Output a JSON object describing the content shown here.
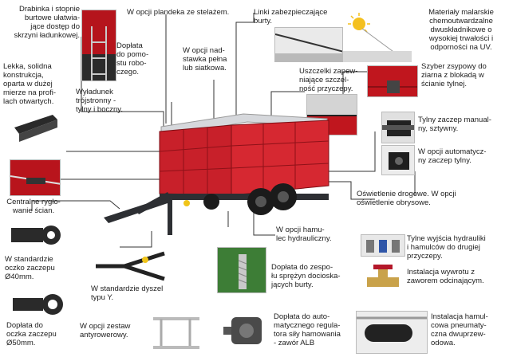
{
  "labels": {
    "drabinka": "Drabinka i stopnie\nburtowe ułatwia-\njące dostęp do\nskrzyni ładunkowej.",
    "plandeka": "W opcji plandeka ze stelażem.",
    "linki": "Linki zabezpieczające\nburty.",
    "materialy": "Materiały malarskie\nchemoutwardzalne\ndwuskładnikowe o\nwysokiej trwałości i\nodporności na UV.",
    "doplata_pomost": "Dopłata\ndo pomo-\nstu robo-\nczego.",
    "nadstawka": "W opcji nad-\nstawka pełna\nlub siatkowa.",
    "uszczelki": "Uszczelki zapew-\nniające szczel-\nność przyczepy.",
    "szyber": "Szyber zsypowy do\nziarna z blokadą w\nścianie tylnej.",
    "rama": "Lekka, solidna\nkonstrukcja,\noparta w dużej\nmierze na profi-\nlach otwartych.",
    "wyladunek": "Wyładunek\ntrójstronny -\ntylny i boczny.",
    "zaczep_reczny": "Tylny zaczep manual-\nny, sztywny.",
    "zaczep_auto": "W opcji automatycz-\nny zaczep tylny.",
    "ryglowanie": "Centralne rygło-\nwanie ścian.",
    "oswietlenie": "Oświetlenie drogowe. W opcji\noświetlenie obrysowe.",
    "oczko40": "W standardzie\noczko zaczepu\nØ40mm.",
    "hamulec": "W opcji hamu-\nlec hydrauliczny.",
    "wyjscia": "Tylne wyjścia hydrauliki\ni hamulców do drugiej\nprzyczepy.",
    "dyszel": "W standardzie dyszel\ntypu Y.",
    "sprezyny": "Dopłata do zespo-\nłu sprężyn docioska-\njących burty.",
    "wywrot": "Instalacja wywrotu z\nzaworem odcinającym.",
    "oczko50": "Dopłata do\noczka zaczepu\nØ50mm.",
    "zestaw": "W opcji zestaw\nantyrowerowy.",
    "alb": "Dopłata do auto-\nmatycznego regula-\ntora siły hamowania\n- zawór ALB",
    "pneumatyka": "Instalacja hamul-\ncowa pneumaty-\nczna dwuprzew-\nodowa."
  },
  "colors": {
    "trailer_red": "#c8202a",
    "dark_red": "#8e1118",
    "tarp": "#d6d8dc",
    "steel": "#2d2f33"
  }
}
